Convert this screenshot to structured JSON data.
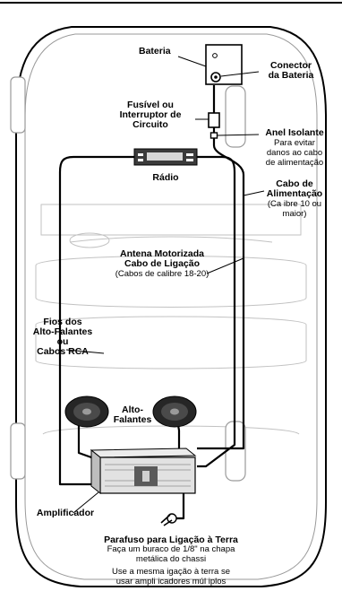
{
  "labels": {
    "battery": "Bateria",
    "battery_connector_1": "Conector",
    "battery_connector_2": "da Bateria",
    "fuse_1": "Fusível ou",
    "fuse_2": "Interruptor de",
    "fuse_3": "Circuito",
    "grommet": "Anel Isolante",
    "grommet_note_1": "Para evitar",
    "grommet_note_2": "danos ao cabo",
    "grommet_note_3": "de alimentação",
    "radio": "Rádio",
    "power_cable_1": "Cabo de",
    "power_cable_2": "Alimentação",
    "power_cable_note_1": "(Ca ibre 10 ou",
    "power_cable_note_2": "maior)",
    "antenna_1": "Antena Motorizada",
    "antenna_2": "Cabo de Ligação",
    "antenna_note": "(Cabos de calibre 18-20)",
    "speaker_wires_1": "Fios dos",
    "speaker_wires_2": "Alto-Falantes",
    "speaker_wires_3": "ou",
    "speaker_wires_4": "Cabos RCA",
    "speakers_1": "Alto-",
    "speakers_2": "Falantes",
    "amplifier": "Amplificador",
    "ground_title": "Parafuso para Ligação à Terra",
    "ground_note_1": "Faça um buraco de 1/8\" na chapa",
    "ground_note_2": "metálica do chassi",
    "ground_note_3": "Use a mesma  igação à terra se",
    "ground_note_4": "usar ampli icadores múl iplos"
  }
}
